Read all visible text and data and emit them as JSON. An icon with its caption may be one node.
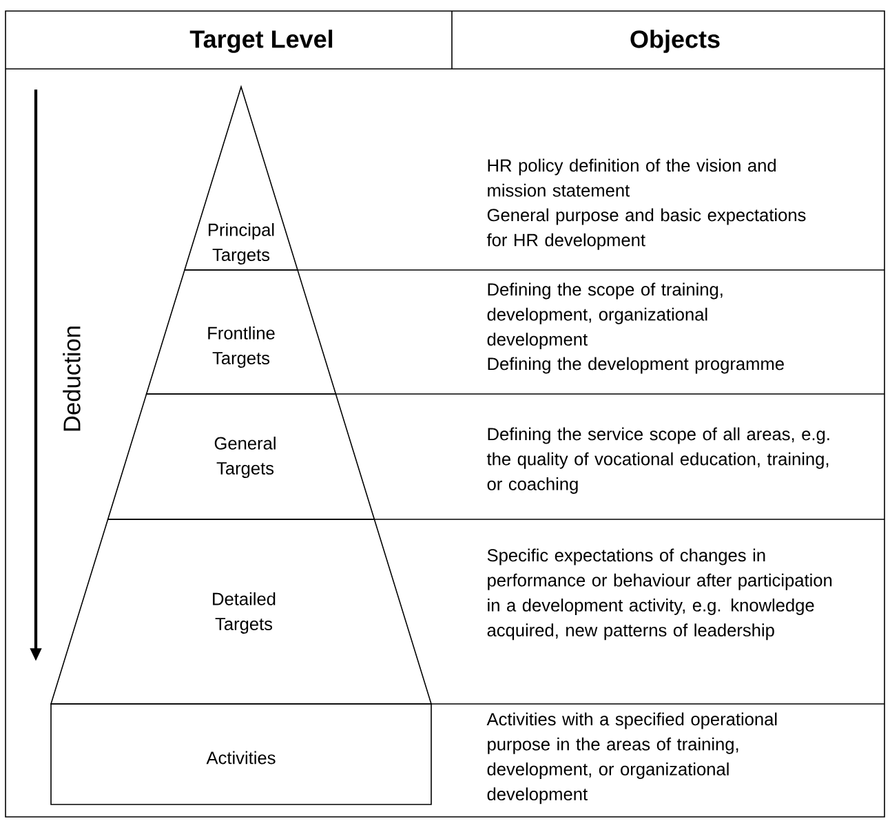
{
  "diagram": {
    "nodes": [
      {
        "text": [
          "Principal Targets"
        ]
      },
      {
        "text": [
          "Frontline Targets"
        ]
      },
      {
        "text": [
          "General Targets"
        ]
      },
      {
        "text": [
          "Detailed Targets"
        ]
      },
      {
        "text": [
          "Activities"
        ]
      }
    ],
    "labels": [
      "Target Level",
      "Objects",
      "Deduction",
      "HR policy definition of the vision and mission statement",
      "General purpose and basic expectations for HR development",
      "Defining the scope of training, development, organizational development",
      "Defining the development programme",
      "Defining the service scope of all areas, e.g. the quality of vocational education, training, or coaching",
      "Specific expectations of changes in performance or behaviour after participation in a development activity, e.g. knowledge acquired, new patterns of leadership",
      "Activities with a specified operational purpose in the areas of training, development, or organizational development"
    ]
  }
}
